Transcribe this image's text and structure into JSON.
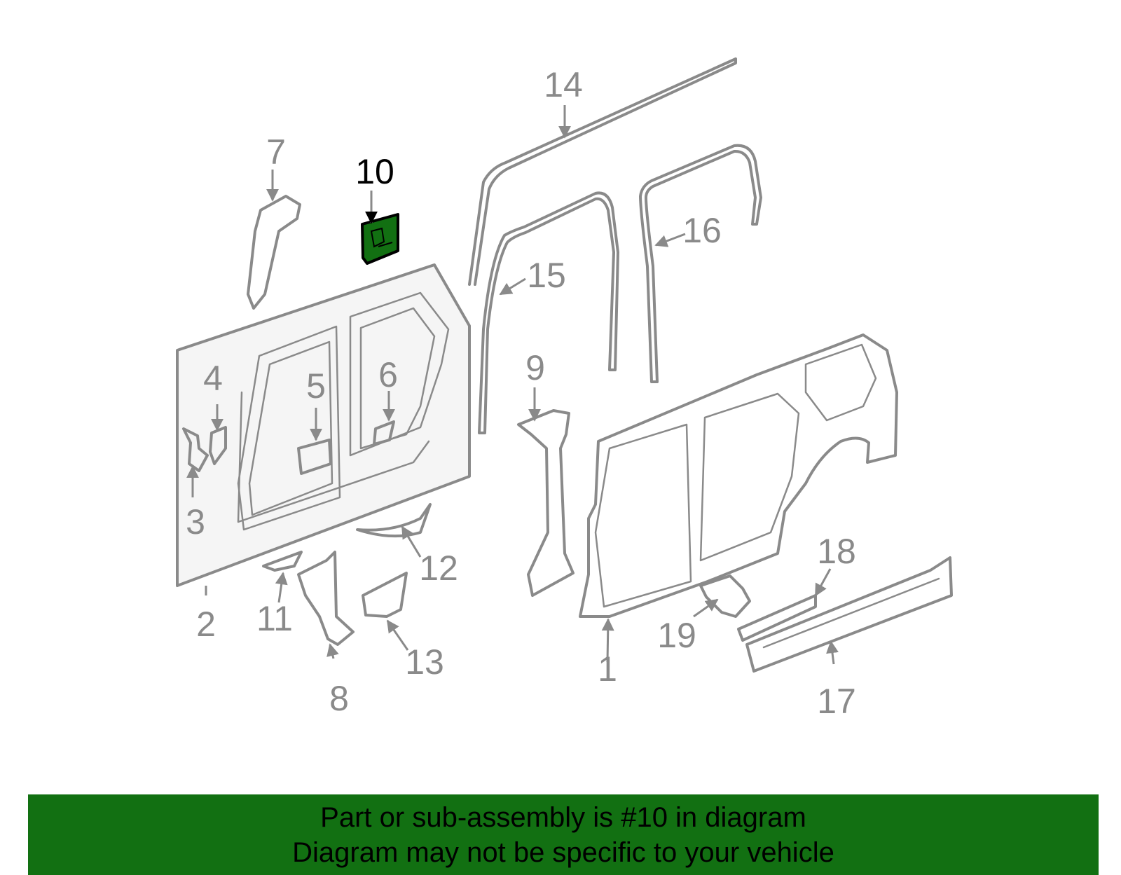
{
  "highlight_color": "#127012",
  "outline_color": "#8a8a8a",
  "banner": {
    "line1": "Part or sub-assembly is #10 in diagram",
    "line2": "Diagram may not be specific to your vehicle",
    "color": "#127012"
  },
  "callouts": {
    "c1": "1",
    "c2": "2",
    "c3": "3",
    "c4": "4",
    "c5": "5",
    "c6": "6",
    "c7": "7",
    "c8": "8",
    "c9": "9",
    "c10": "10",
    "c11": "11",
    "c12": "12",
    "c13": "13",
    "c14": "14",
    "c15": "15",
    "c16": "16",
    "c17": "17",
    "c18": "18",
    "c19": "19"
  },
  "highlighted_part": "10"
}
